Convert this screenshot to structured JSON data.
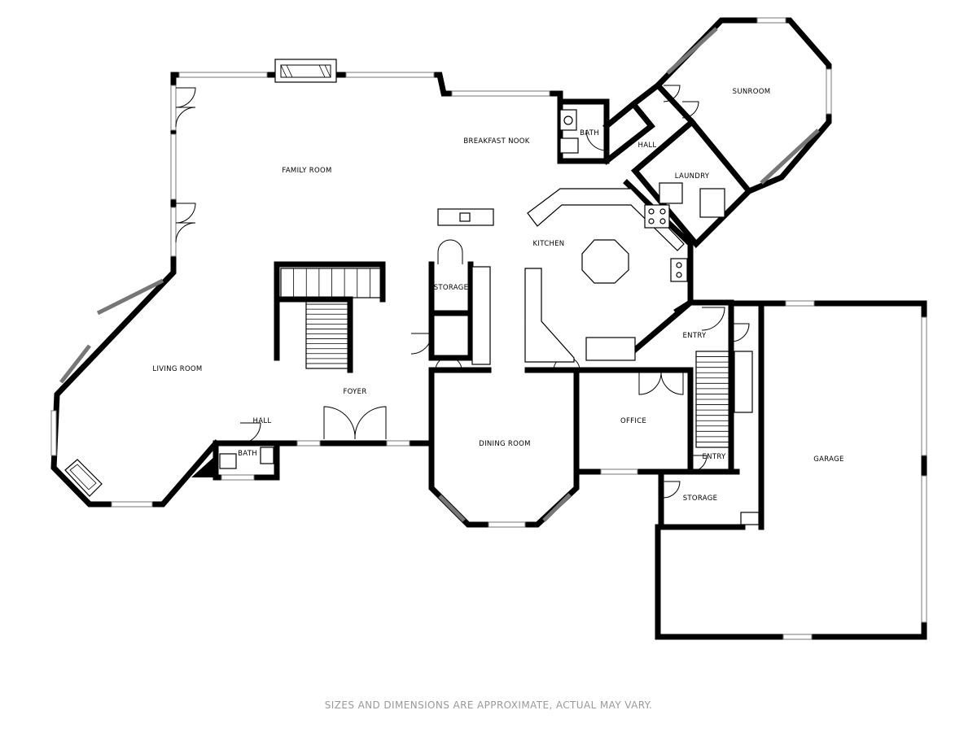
{
  "rooms": {
    "family_room": "FAMILY ROOM",
    "breakfast_nook": "BREAKFAST NOOK",
    "bath_upper": "BATH",
    "hall_upper": "HALL",
    "sunroom": "SUNROOM",
    "laundry": "LAUNDRY",
    "kitchen": "KITCHEN",
    "storage_pantry": "STORAGE",
    "living_room": "LIVING ROOM",
    "foyer": "FOYER",
    "hall_lower": "HALL",
    "bath_lower": "BATH",
    "dining_room": "DINING ROOM",
    "entry_upper": "ENTRY",
    "office": "OFFICE",
    "entry_lower": "ENTRY",
    "storage_lower": "STORAGE",
    "garage": "GARAGE"
  },
  "footer": {
    "disclaimer": "SIZES AND DIMENSIONS ARE APPROXIMATE, ACTUAL MAY VARY."
  }
}
